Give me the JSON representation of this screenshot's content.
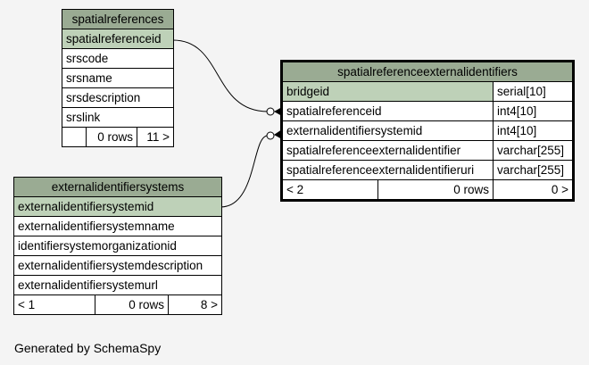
{
  "diagram": {
    "tables": {
      "spatialreferences": {
        "name": "spatialreferences",
        "columns": [
          {
            "name": "spatialreferenceid",
            "pk": true
          },
          {
            "name": "srscode"
          },
          {
            "name": "srsname"
          },
          {
            "name": "srsdescription"
          },
          {
            "name": "srslink"
          }
        ],
        "footer": {
          "parents": "",
          "rows": "0 rows",
          "children": "11 >"
        }
      },
      "externalidentifiersystems": {
        "name": "externalidentifiersystems",
        "columns": [
          {
            "name": "externalidentifiersystemid",
            "pk": true
          },
          {
            "name": "externalidentifiersystemname"
          },
          {
            "name": "identifiersystemorganizationid"
          },
          {
            "name": "externalidentifiersystemdescription"
          },
          {
            "name": "externalidentifiersystemurl"
          }
        ],
        "footer": {
          "parents": "< 1",
          "rows": "0 rows",
          "children": "8 >"
        }
      },
      "spatialreferenceexternalidentifiers": {
        "name": "spatialreferenceexternalidentifiers",
        "columns": [
          {
            "name": "bridgeid",
            "type": "serial[10]",
            "pk": true
          },
          {
            "name": "spatialreferenceid",
            "type": "int4[10]"
          },
          {
            "name": "externalidentifiersystemid",
            "type": "int4[10]"
          },
          {
            "name": "spatialreferenceexternalidentifier",
            "type": "varchar[255]"
          },
          {
            "name": "spatialreferenceexternalidentifieruri",
            "type": "varchar[255]"
          }
        ],
        "footer": {
          "parents": "< 2",
          "rows": "0 rows",
          "children": "0 >"
        }
      }
    },
    "colors": {
      "header": "#9aab93",
      "primary_key": "#bed1b8",
      "background": "#f4f4f4"
    }
  },
  "footer_text": "Generated by SchemaSpy"
}
